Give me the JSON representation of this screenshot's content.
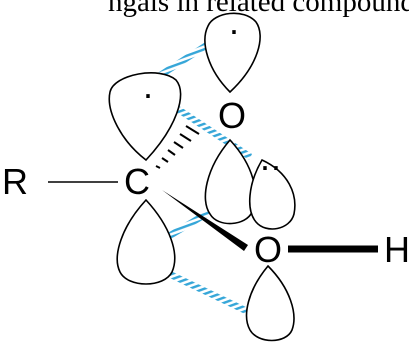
{
  "caption": "ngals in related compounds.",
  "atoms": {
    "r_group": "R",
    "carbon": "C",
    "oxygen_top": "O",
    "oxygen_bottom": "O",
    "hydrogen": "H"
  },
  "electron_dot": "·",
  "colors": {
    "interaction_hatch": "#35a6d8",
    "outline": "#000000"
  },
  "icons": {
    "orbital_lobe": "teardrop-lobe",
    "interaction": "hatched-dashed-line"
  }
}
